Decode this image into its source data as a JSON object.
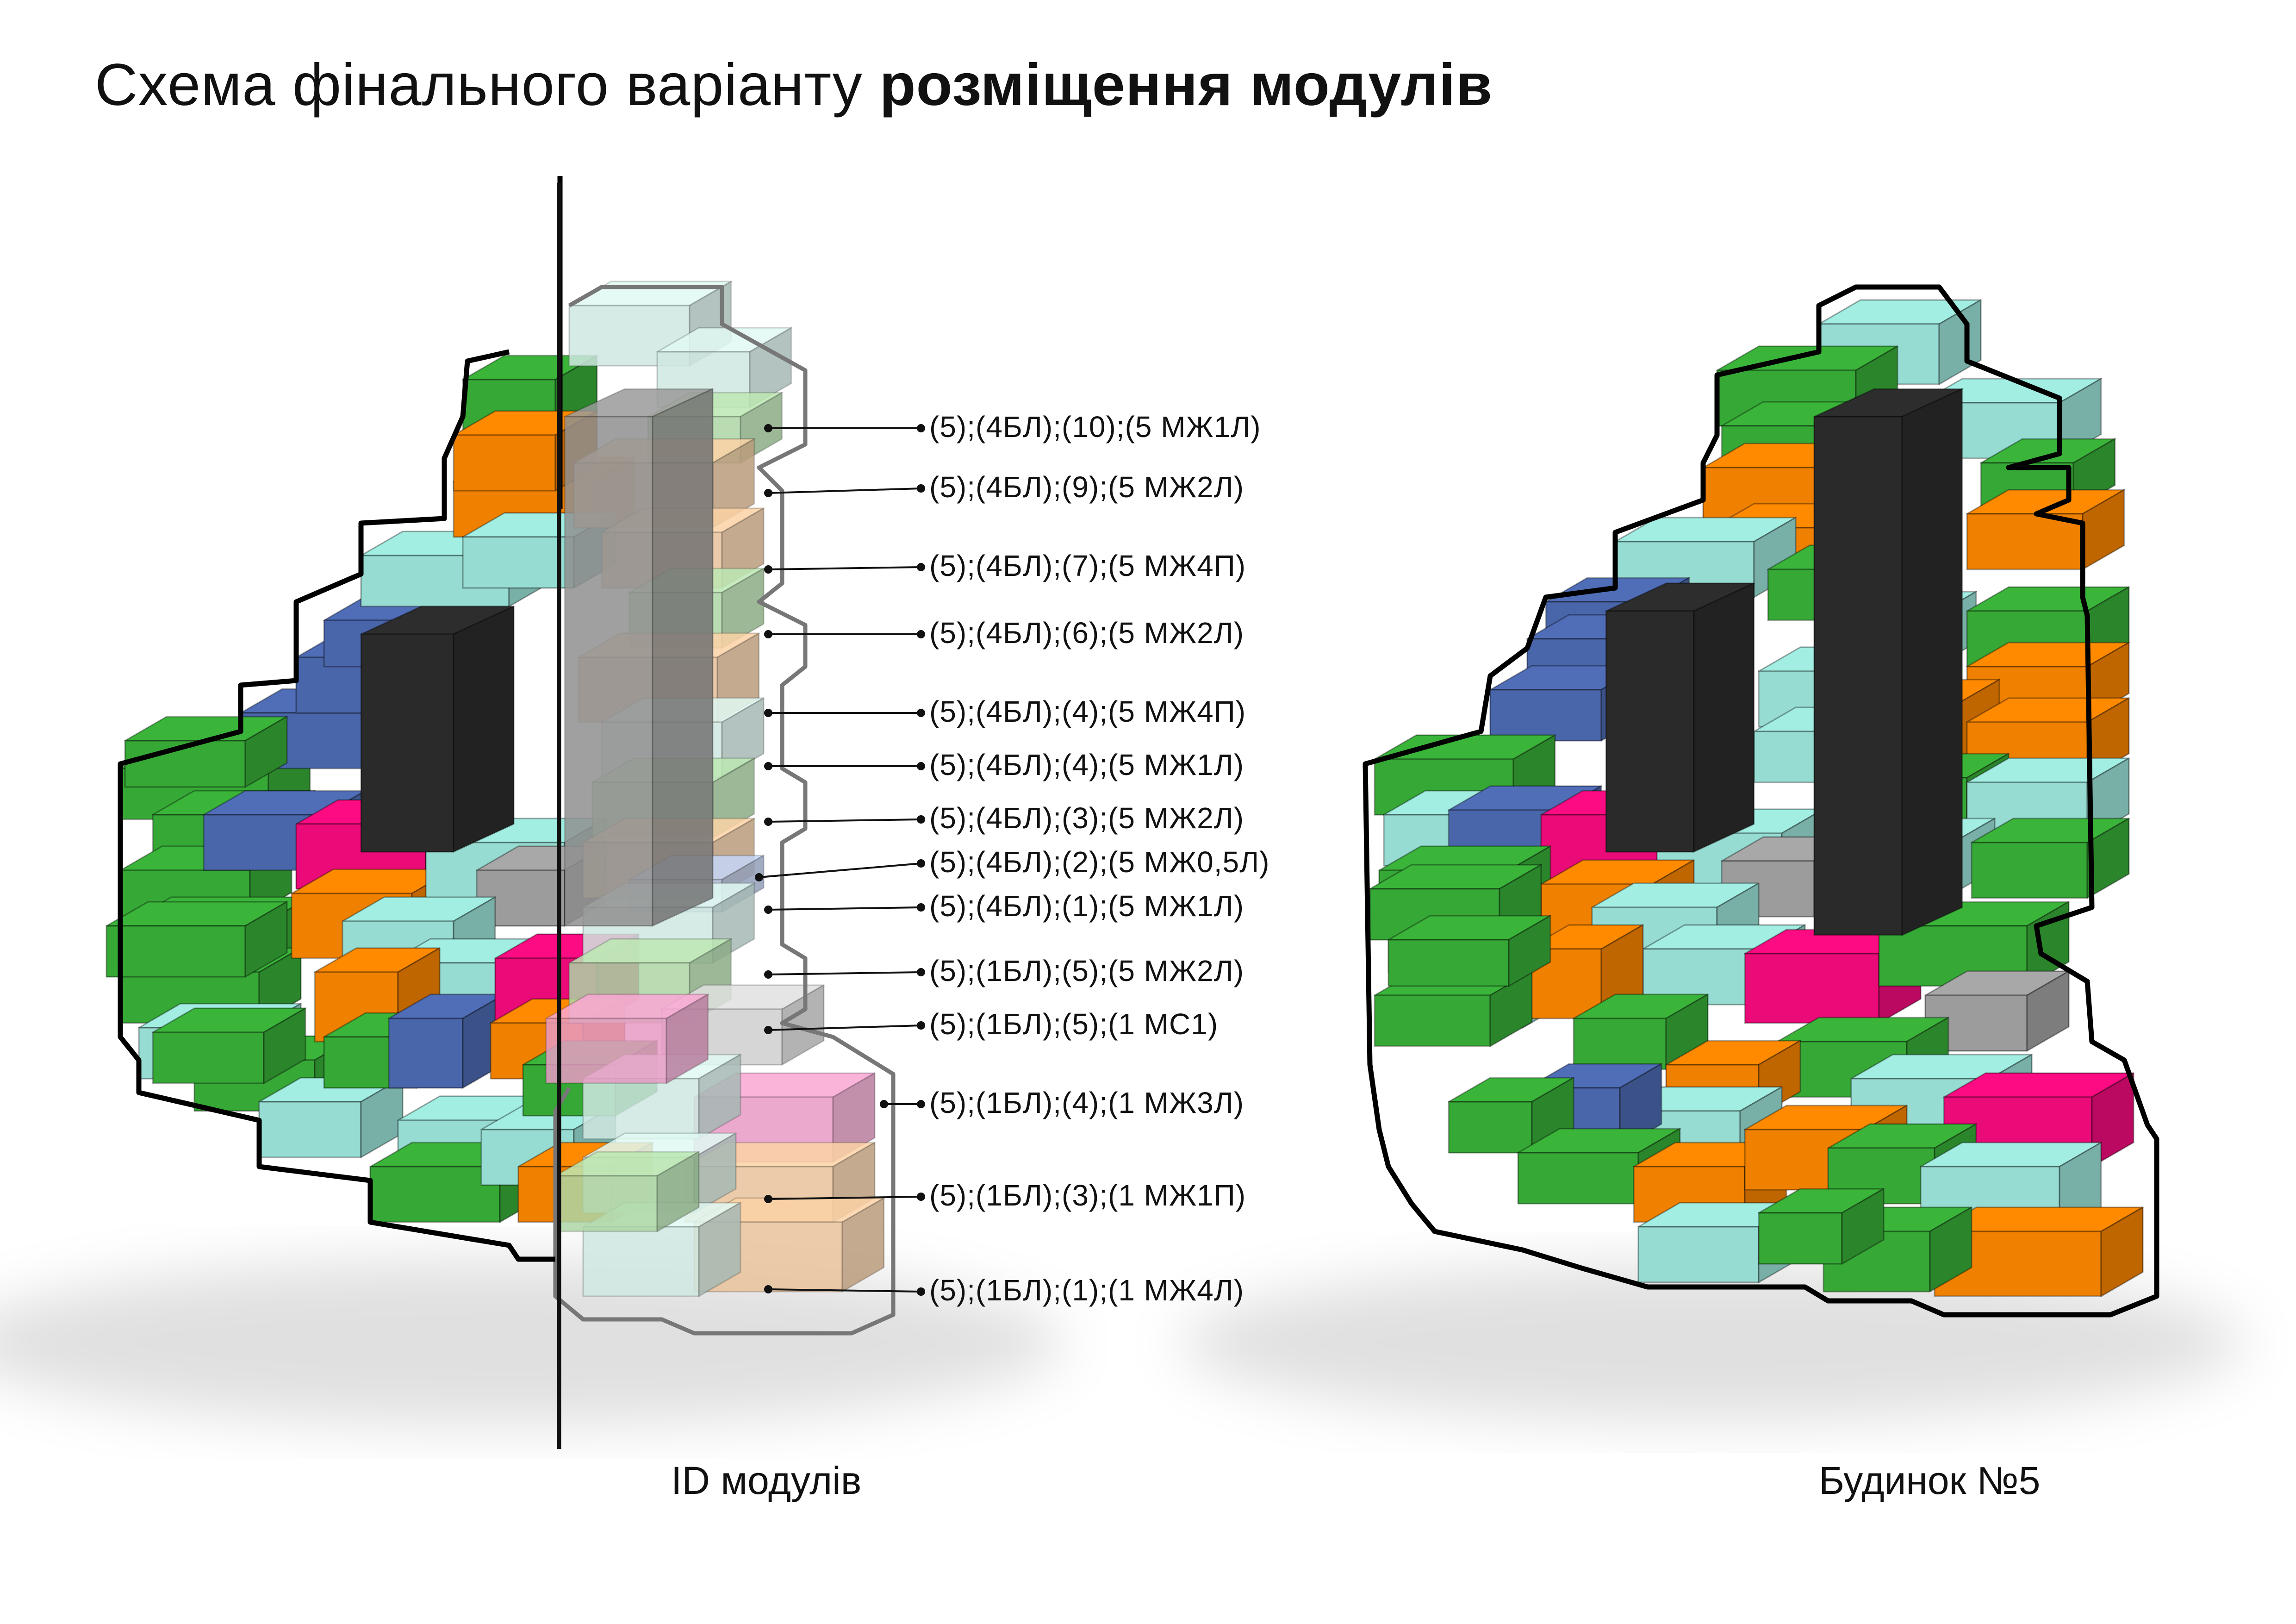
{
  "title": {
    "normal": "Схема фінального варіанту ",
    "bold": "розміщення модулів"
  },
  "captions": {
    "left": "ID модулів",
    "right": "Будинок №5"
  },
  "module_ids": [
    "(5);(4БЛ);(10);(5 МЖ1Л)",
    "(5);(4БЛ);(9);(5 МЖ2Л)",
    "(5);(4БЛ);(7);(5 МЖ4П)",
    "(5);(4БЛ);(6);(5 МЖ2Л)",
    "(5);(4БЛ);(4);(5 МЖ4П)",
    "(5);(4БЛ);(4);(5 МЖ1Л)",
    "(5);(4БЛ);(3);(5 МЖ2Л)",
    "(5);(4БЛ);(2);(5 МЖ0,5Л)",
    "(5);(4БЛ);(1);(5 МЖ1Л)",
    "(5);(1БЛ);(5);(5 МЖ2Л)",
    "(5);(1БЛ);(5);(1 МС1)",
    "(5);(1БЛ);(4);(1 МЖ3Л)",
    "(5);(1БЛ);(3);(1 МЖ1П)",
    "(5);(1БЛ);(1);(1 МЖ4Л)"
  ],
  "colors": {
    "green": "#36a836",
    "orange": "#ef8000",
    "mint": "#96dcd2",
    "blue": "#4a66aa",
    "black": "#2a2a2a",
    "magenta": "#ea0a78",
    "grey": "#9c9c9c",
    "outline": "#111111"
  }
}
